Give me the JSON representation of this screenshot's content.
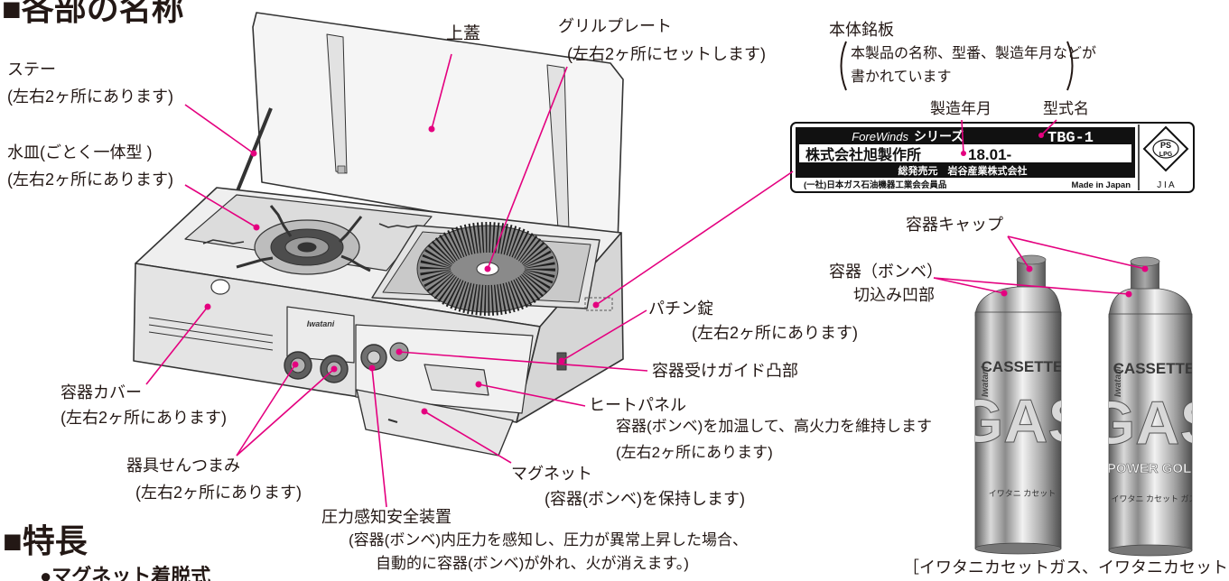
{
  "page": {
    "title": "■各部の名称",
    "features_heading": "■特長",
    "features_first_item": "●マグネット着脱式"
  },
  "labels": {
    "stay": {
      "name": "ステー",
      "note": "(左右2ヶ所にあります)"
    },
    "water_tray": {
      "name": "水皿(ごとく一体型 )",
      "note": "(左右2ヶ所にあります)"
    },
    "lid": {
      "name": "上蓋"
    },
    "grill_plate": {
      "name": "グリルプレート",
      "note": "(左右2ヶ所にセットします)"
    },
    "nameplate": {
      "name": "本体銘板",
      "note_line1": "本製品の名称、型番、製造年月などが",
      "note_line2": "書かれています"
    },
    "manufacture_date": "製造年月",
    "model_name": "型式名",
    "container_cap": "容器キャップ",
    "container_notch": {
      "line1": "容器（ボンベ）",
      "line2": "切込み凹部"
    },
    "latch": {
      "name": "パチン錠",
      "note": "(左右2ヶ所にあります)"
    },
    "guide": {
      "name": "容器受けガイド凸部"
    },
    "heat_panel": {
      "name": "ヒートパネル",
      "desc": "容器(ボンベ)を加温して、高火力を維持します",
      "note": "(左右2ヶ所にあります)"
    },
    "container_cover": {
      "name": "容器カバー",
      "note": "(左右2ヶ所にあります)"
    },
    "knob": {
      "name": "器具せんつまみ",
      "note": "(左右2ヶ所にあります)"
    },
    "magnet": {
      "name": "マグネット",
      "note": "(容器(ボンベ)を保持します)"
    },
    "pressure_device": {
      "name": "圧力感知安全装置",
      "desc_line1": "(容器(ボンベ)内圧力を感知し、圧力が異常上昇した場合、",
      "desc_line2": "自動的に容器(ボンベ)が外れ、火が消えます。)"
    }
  },
  "nameplate": {
    "series_brand": "ForeWinds",
    "series": "シリーズ",
    "model": "TBG-1",
    "maker": "株式会社旭製作所",
    "date": "18.01-",
    "distributor": "総発売元　岩谷産業株式会社",
    "association": "(一社)日本ガス石油機器工業会会員品",
    "made_in": "Made in Japan",
    "ps": "PS",
    "lpg": "LPG",
    "jia": "J I A"
  },
  "stove": {
    "brand": "Iwatani"
  },
  "cans": [
    {
      "brand": "Iwatani",
      "line1": "CASSETTE",
      "line2": "GAS",
      "small": "イワタニ カセット"
    },
    {
      "brand": "Iwatani",
      "line1": "CASSETTE",
      "line2": "GAS",
      "line3": "POWER GOLD",
      "small": "イワタニ カセット ガス"
    }
  ],
  "caption": "［イワタニカセットガス、イワタニカセットガ",
  "colors": {
    "leader": "#e4007f",
    "ink": "#231815"
  }
}
